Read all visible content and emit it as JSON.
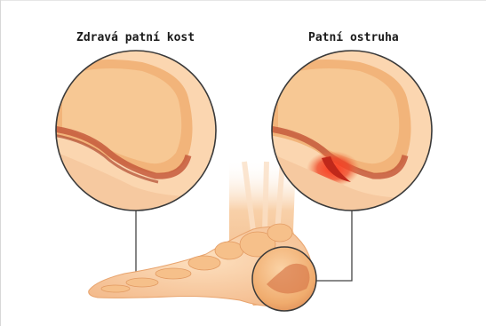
{
  "labels": {
    "healthy": "Zdravá patní kost",
    "spur": "Patní ostruha"
  },
  "colors": {
    "skin": "#f6c79a",
    "skin_dark": "#e8a06a",
    "bone": "#f2b774",
    "bone_dark": "#c6603d",
    "inflammation": "#e02a18",
    "outline": "#3a3a3a"
  },
  "icons": [
    "foot-illustration",
    "magnifier-circle-healthy",
    "magnifier-circle-spur"
  ]
}
